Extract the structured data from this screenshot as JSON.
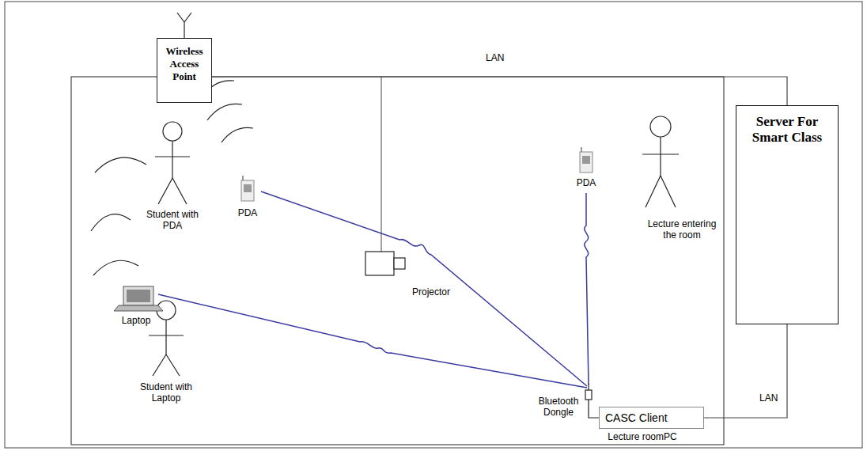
{
  "diagram": {
    "nodes": [
      {
        "text": [
          "Wireless Access Point"
        ]
      },
      {
        "text": [
          "Server For Smart Class"
        ]
      },
      {
        "text": [
          "CASC Client"
        ]
      }
    ],
    "edges": [
      {
        "from": 0,
        "to": 1,
        "arrow": "none",
        "label": "LAN"
      },
      {
        "from": 1,
        "to": 2,
        "arrow": "none",
        "label": "LAN"
      }
    ],
    "labels": [
      "PDA",
      "Student with PDA",
      "Projector",
      "PDA",
      "Lecture entering the room",
      "Laptop",
      "Student with Laptop",
      "Bluetooth Dongle",
      "Lecture roomPC"
    ]
  }
}
